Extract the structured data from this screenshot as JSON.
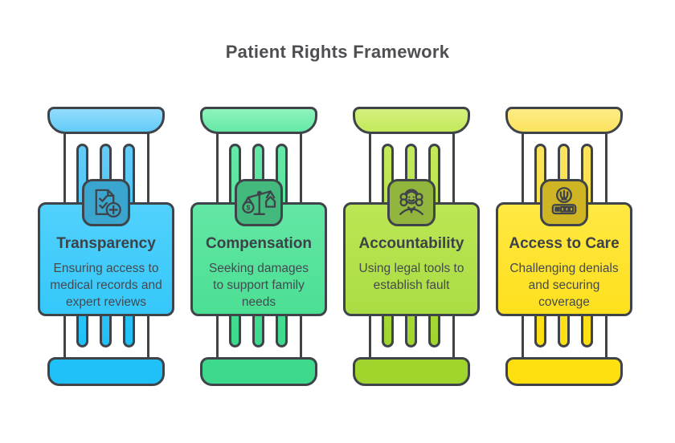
{
  "title": "Patient Rights Framework",
  "outline_color": "#3f444a",
  "pillars": [
    {
      "heading": "Transparency",
      "body": "Ensuring access to medical records and expert reviews",
      "icon": "document-check-plus-icon",
      "colors": {
        "cap_top": "#92dcfc",
        "cap_bottom": "#64cbf8",
        "card_top": "#52d1fc",
        "card_bottom": "#35c8fa",
        "base": "#1fc1f8",
        "badge": "#3aa6cf"
      }
    },
    {
      "heading": "Compensation",
      "body": "Seeking damages to support family needs",
      "icon": "balance-scale-dollar-house-icon",
      "colors": {
        "cap_top": "#8df4bb",
        "cap_bottom": "#66e8a7",
        "card_top": "#63e7a4",
        "card_bottom": "#4cdf94",
        "base": "#3dd98c",
        "badge": "#43b97e"
      }
    },
    {
      "heading": "Accountability",
      "body": "Using legal tools to establish fault",
      "icon": "judge-wig-icon",
      "colors": {
        "cap_top": "#d3f07e",
        "cap_bottom": "#c4e95b",
        "card_top": "#bce654",
        "card_bottom": "#aadd43",
        "base": "#a0d52e",
        "badge": "#92b63d"
      }
    },
    {
      "heading": "Access to Care",
      "body": "Challenging denials and securing coverage",
      "icon": "psi-medication-strip-icon",
      "colors": {
        "cap_top": "#fdec85",
        "cap_bottom": "#fbe35e",
        "card_top": "#ffe843",
        "card_bottom": "#fee01d",
        "base": "#fedf10",
        "badge": "#cfb424"
      }
    }
  ]
}
